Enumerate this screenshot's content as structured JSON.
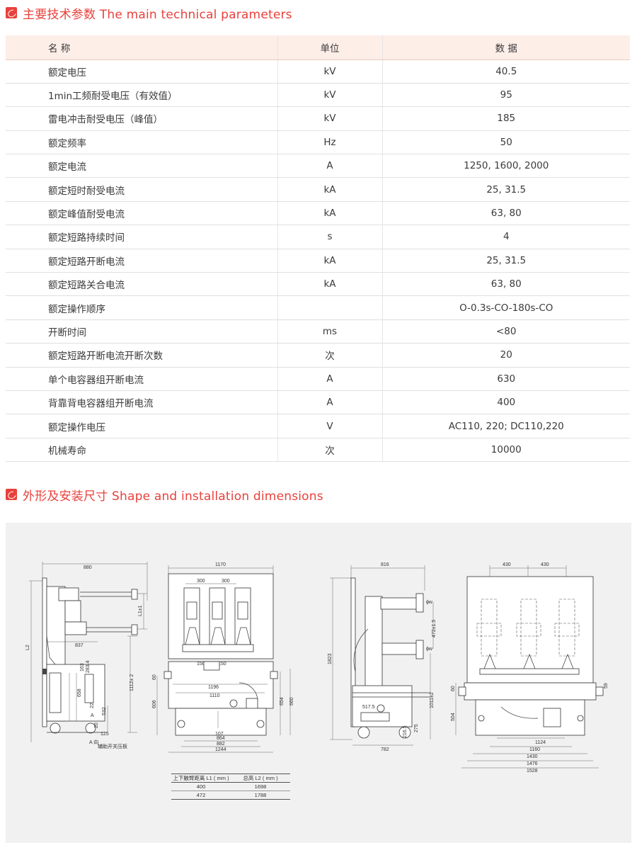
{
  "section1": {
    "title": "主要技术参数 The main technical parameters"
  },
  "section2": {
    "title": "外形及安装尺寸 Shape and installation dimensions"
  },
  "params_table": {
    "headers": [
      "名 称",
      "单位",
      "数 据"
    ],
    "rows": [
      [
        "额定电压",
        "kV",
        "40.5"
      ],
      [
        "1min工频耐受电压（有效值）",
        "kV",
        "95"
      ],
      [
        "雷电冲击耐受电压（峰值）",
        "kV",
        "185"
      ],
      [
        "额定频率",
        "Hz",
        "50"
      ],
      [
        "额定电流",
        "A",
        "1250, 1600, 2000"
      ],
      [
        "额定短时耐受电流",
        "kA",
        "25, 31.5"
      ],
      [
        "额定峰值耐受电流",
        "kA",
        "63, 80"
      ],
      [
        "额定短路持续时间",
        "s",
        "4"
      ],
      [
        "额定短路开断电流",
        "kA",
        "25, 31.5"
      ],
      [
        "额定短路关合电流",
        "kA",
        "63, 80"
      ],
      [
        "额定操作顺序",
        "",
        "O-0.3s-CO-180s-CO"
      ],
      [
        "开断时间",
        "ms",
        "<80"
      ],
      [
        "额定短路开断电流开断次数",
        "次",
        "20"
      ],
      [
        "单个电容器组开断电流",
        "A",
        "630"
      ],
      [
        "背靠背电容器组开断电流",
        "A",
        "400"
      ],
      [
        "额定操作电压",
        "V",
        "AC110, 220; DC110,220"
      ],
      [
        "机械寿命",
        "次",
        "10000"
      ]
    ]
  },
  "drawing": {
    "d1": {
      "w": "880",
      "arm": "837",
      "l1": "L1±1",
      "l2": "L2",
      "h1112": "1112± 2",
      "h532": "532",
      "h658": "658",
      "h163": "163",
      "h283": "283.4",
      "h22": "22",
      "h20": "20",
      "h125": "125",
      "aux": "辅助开关压板",
      "a_label": "A",
      "a_dir": "A 向"
    },
    "d2": {
      "w": "1170",
      "p1": "300",
      "p2": "300",
      "s1": "150",
      "s2": "150",
      "w1196": "1196",
      "w1110": "1110",
      "w864": "864",
      "w882": "882",
      "w1244": "1244",
      "h60": "60",
      "h606": "606",
      "h654": "654",
      "h660": "660",
      "h107": "107"
    },
    "d3": {
      "w": "816",
      "h1823": "1823",
      "h472": "472±1.5",
      "h1011": "1011±2",
      "w517": "517.5",
      "w782": "782",
      "h216": "216.5",
      "h275": "275",
      "phi1": "ϕw",
      "phi2": "ϕw"
    },
    "d4": {
      "p1": "430",
      "p2": "430",
      "w1124": "1124",
      "w1160": "1160",
      "w1430": "1430",
      "w1476": "1476",
      "w1528": "1528",
      "h504": "504",
      "h60": "60",
      "h59": "59"
    }
  },
  "lengths_table": {
    "headers": [
      "上下触臂距离 L1 ( mm )",
      "总高 L2 (  mm )"
    ],
    "rows": [
      [
        "400",
        "1698"
      ],
      [
        "472",
        "1788"
      ]
    ]
  }
}
